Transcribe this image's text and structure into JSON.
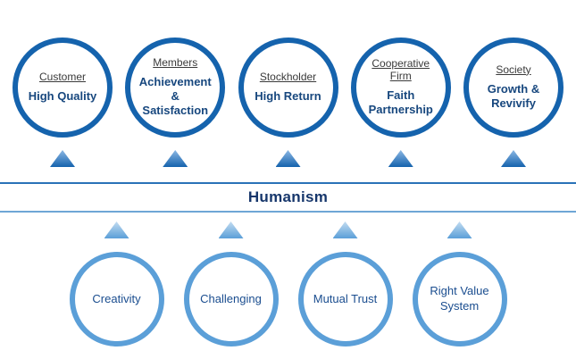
{
  "top_circles": [
    {
      "category": "Customer",
      "value": "High Quality"
    },
    {
      "category": "Members",
      "value": "Achievement & Satisfaction"
    },
    {
      "category": "Stockholder",
      "value": "High Return"
    },
    {
      "category": "Cooperative Firm",
      "value": "Faith Partnership"
    },
    {
      "category": "Society",
      "value": "Growth & Revivify"
    }
  ],
  "middle": {
    "label": "Humanism"
  },
  "bottom_circles": [
    {
      "value": "Creativity"
    },
    {
      "value": "Challenging"
    },
    {
      "value": "Mutual Trust"
    },
    {
      "value": "Right Value System"
    }
  ],
  "colors": {
    "dark_blue": "#1563ad",
    "light_blue": "#5b9fd8",
    "value_text_blue": "#17477e",
    "humanism_text_blue": "#16366b"
  }
}
